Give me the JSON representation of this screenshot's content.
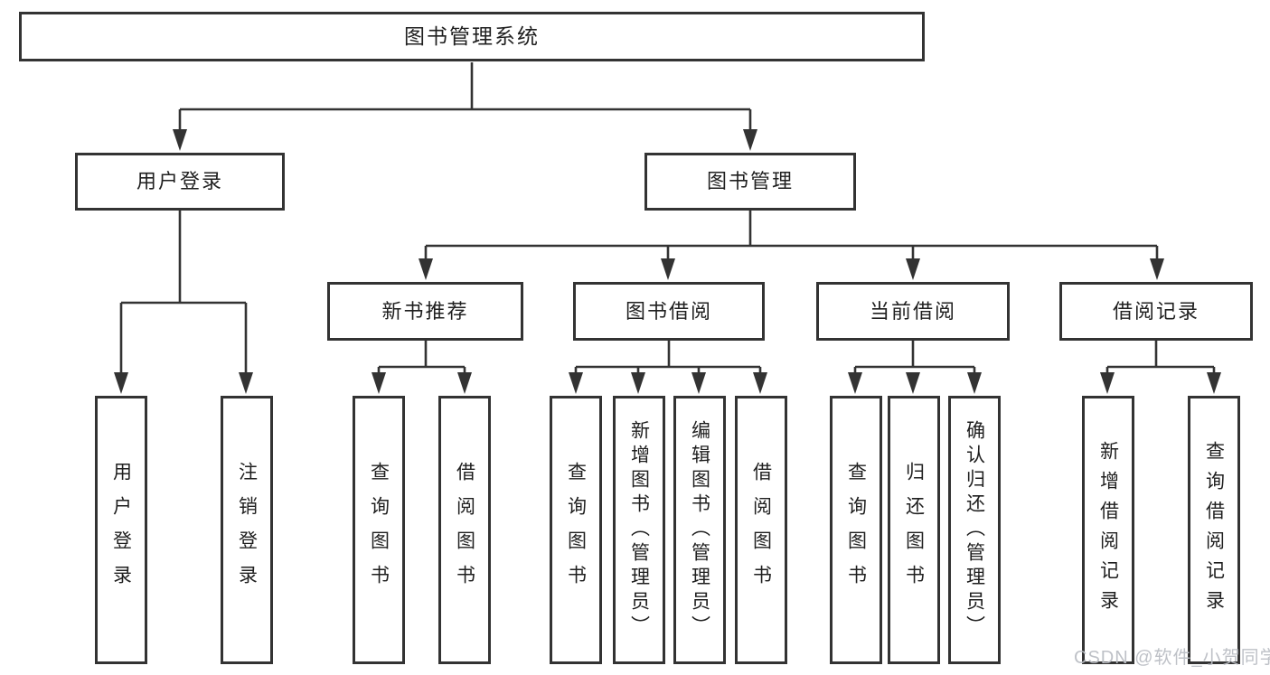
{
  "tree": {
    "root": "图书管理系统",
    "branches": [
      {
        "label": "用户登录",
        "children": [
          {
            "label": "用户登录"
          },
          {
            "label": "注销登录"
          }
        ]
      },
      {
        "label": "图书管理",
        "children": [
          {
            "label": "新书推荐",
            "children": [
              {
                "label": "查询图书"
              },
              {
                "label": "借阅图书"
              }
            ]
          },
          {
            "label": "图书借阅",
            "children": [
              {
                "label": "查询图书"
              },
              {
                "label": "新增图书（管理员）"
              },
              {
                "label": "编辑图书（管理员）"
              },
              {
                "label": "借阅图书"
              }
            ]
          },
          {
            "label": "当前借阅",
            "children": [
              {
                "label": "查询图书"
              },
              {
                "label": "归还图书"
              },
              {
                "label": "确认归还（管理员）"
              }
            ]
          },
          {
            "label": "借阅记录",
            "children": [
              {
                "label": "新增借阅记录"
              },
              {
                "label": "查询借阅记录"
              }
            ]
          }
        ]
      }
    ]
  },
  "watermark": "CSDN @软件_小贺同学",
  "colors": {
    "line": "#333333",
    "box_border": "#333333",
    "text": "#1f1f1f",
    "background": "#ffffff",
    "watermark": "#babec4"
  }
}
